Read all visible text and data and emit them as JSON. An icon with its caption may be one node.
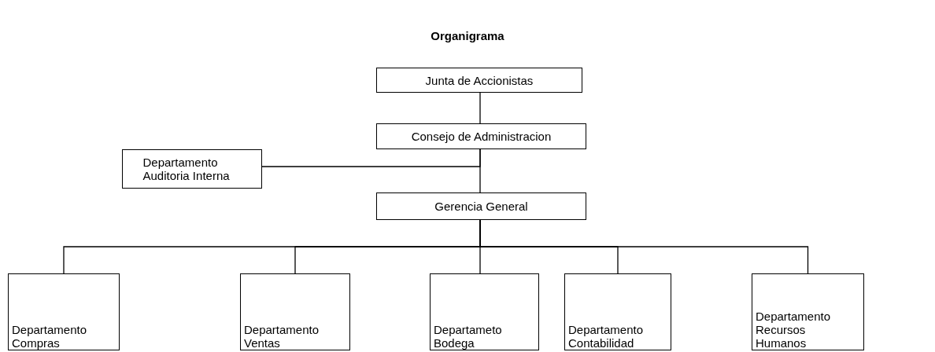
{
  "diagram": {
    "title": "Organigrama",
    "nodes": [
      {
        "text": [
          "Junta de Accionistas"
        ]
      },
      {
        "text": [
          "Consejo de Administracion"
        ]
      },
      {
        "text": [
          "Departamento Auditoria Interna"
        ]
      },
      {
        "text": [
          "Gerencia General"
        ]
      },
      {
        "text": [
          "Departamento Compras"
        ]
      },
      {
        "text": [
          "Departamento Ventas"
        ]
      },
      {
        "text": [
          "Departameto Bodega"
        ]
      },
      {
        "text": [
          "Departamento Contabilidad"
        ]
      },
      {
        "text": [
          "Departamento Recursos Humanos"
        ]
      }
    ],
    "edges": [
      {
        "from": 0,
        "to": 1,
        "arrow": "none"
      },
      {
        "from": 1,
        "to": 3,
        "arrow": "none"
      },
      {
        "from": 1,
        "to": 2,
        "arrow": "none"
      },
      {
        "from": 3,
        "to": 4,
        "arrow": "none"
      },
      {
        "from": 3,
        "to": 5,
        "arrow": "none"
      },
      {
        "from": 3,
        "to": 6,
        "arrow": "none"
      },
      {
        "from": 3,
        "to": 7,
        "arrow": "none"
      },
      {
        "from": 3,
        "to": 8,
        "arrow": "none"
      }
    ]
  }
}
